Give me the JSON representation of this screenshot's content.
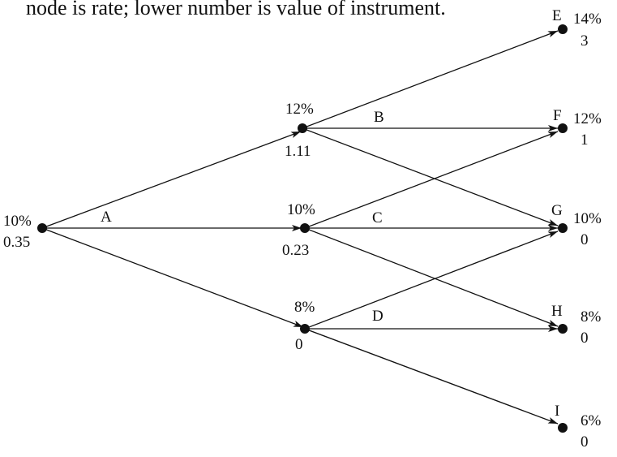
{
  "caption": "node is rate; lower number is value of instrument.",
  "nodes": {
    "root": {
      "rate": "10%",
      "value": "0.35"
    },
    "up": {
      "rate": "12%",
      "value": "1.11"
    },
    "mid": {
      "rate": "10%",
      "value": "0.23"
    },
    "down": {
      "rate": "8%",
      "value": "0"
    },
    "E": {
      "letter": "E",
      "rate": "14%",
      "value": "3"
    },
    "F": {
      "letter": "F",
      "rate": "12%",
      "value": "1"
    },
    "G": {
      "letter": "G",
      "rate": "10%",
      "value": "0"
    },
    "H": {
      "letter": "H",
      "rate": "8%",
      "value": "0"
    },
    "I": {
      "letter": "I",
      "rate": "6%",
      "value": "0"
    }
  },
  "branch_labels": {
    "A": "A",
    "B": "B",
    "C": "C",
    "D": "D"
  },
  "colors": {
    "ink": "#111111",
    "background": "#ffffff"
  }
}
